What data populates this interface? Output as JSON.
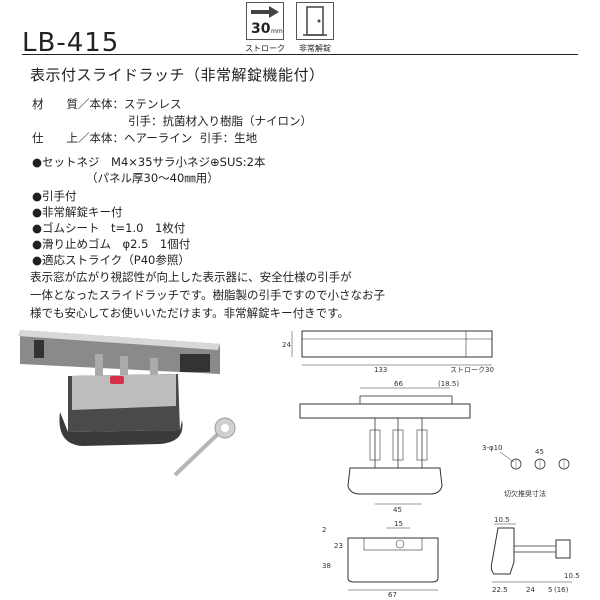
{
  "model": "LB-415",
  "badges": {
    "stroke_value": "30",
    "stroke_unit": "mm",
    "stroke_label": "ストローク",
    "emergency_label": "非常解錠"
  },
  "subtitle": "表示付スライドラッチ（非常解錠機能付）",
  "specs": {
    "material_key": "材　　質／本体：",
    "material_body": "ステンレス",
    "handle_key": "引手：",
    "handle_value": "抗菌材入り樹脂（ナイロン）",
    "finish_key": "仕　　上／本体：",
    "finish_body": "ヘアーライン",
    "finish_handle_key": "引手：",
    "finish_handle_value": "生地"
  },
  "screws": {
    "line1": "●セットネジ　M4×35サラ小ネジ⊕SUS:2本",
    "line2": "（パネル厚30〜40㎜用）"
  },
  "bullets": [
    "●引手付",
    "●非常解錠キー付",
    "●ゴムシート　t=1.0　1枚付",
    "●滑り止めゴム　φ2.5　1個付",
    "●適応ストライク（P40参照）"
  ],
  "description": [
    "表示窓が広がり視認性が向上した表示器に、安全仕様の引手が",
    "一体となったスライドラッチです。樹脂製の引手ですので小さなお子",
    "様でも安心してお使いいただけます。非常解錠キー付きです。"
  ],
  "drawings": {
    "top_height": "24",
    "top_length": "133",
    "top_stroke": "ストローク30",
    "mid_66": "66",
    "mid_185": "(18.5)",
    "mid_45": "45",
    "hole_label": "3-φ10",
    "hole_45": "45",
    "hole_caption": "切欠推奨寸法",
    "bot_15": "15",
    "bot_2": "2",
    "bot_38": "38",
    "bot_23": "23",
    "bot_67": "67",
    "side_105": "10.5",
    "side_225": "22.5",
    "side_24": "24",
    "side_5": "5",
    "side_16": "(16)",
    "side_105b": "10.5"
  }
}
